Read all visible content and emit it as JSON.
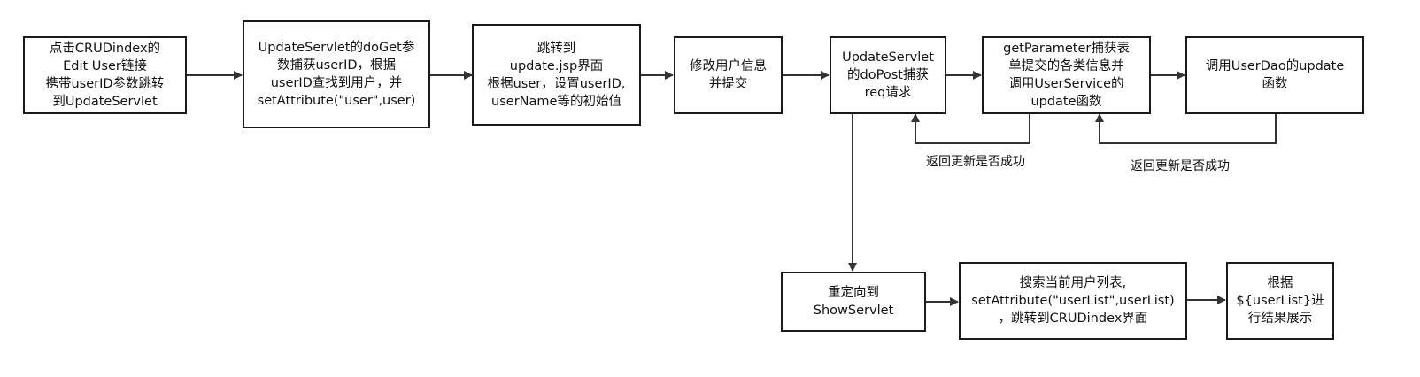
{
  "nodes": [
    {
      "lines": [
        "点击CRUDindex的",
        "Edit User链接",
        "携带userID参数跳转",
        "到UpdateServlet"
      ]
    },
    {
      "lines": [
        "UpdateServlet的doGet参",
        "数捕获userID，根据",
        "userID查找到用户，并",
        "setAttribute(\"user\",user)"
      ]
    },
    {
      "lines": [
        "跳转到",
        "update.jsp界面",
        "根据user，设置userID,",
        "userName等的初始值"
      ]
    },
    {
      "lines": [
        "修改用户信息",
        "并提交"
      ]
    },
    {
      "lines": [
        "UpdateServlet",
        "的doPost捕获",
        "req请求"
      ]
    },
    {
      "lines": [
        "getParameter捕获表",
        "单提交的各类信息并",
        "调用UserService的",
        "update函数"
      ]
    },
    {
      "lines": [
        "调用UserDao的update",
        "函数"
      ]
    },
    {
      "lines": [
        "重定向到",
        "ShowServlet"
      ]
    },
    {
      "lines": [
        "搜索当前用户列表,",
        "setAttribute(\"userList\",userList)",
        "，跳转到CRUDindex界面"
      ]
    },
    {
      "lines": [
        "根据",
        "${userList}进",
        "行结果展示"
      ]
    }
  ],
  "edge_labels": [
    "返回更新是否成功",
    "返回更新是否成功"
  ]
}
